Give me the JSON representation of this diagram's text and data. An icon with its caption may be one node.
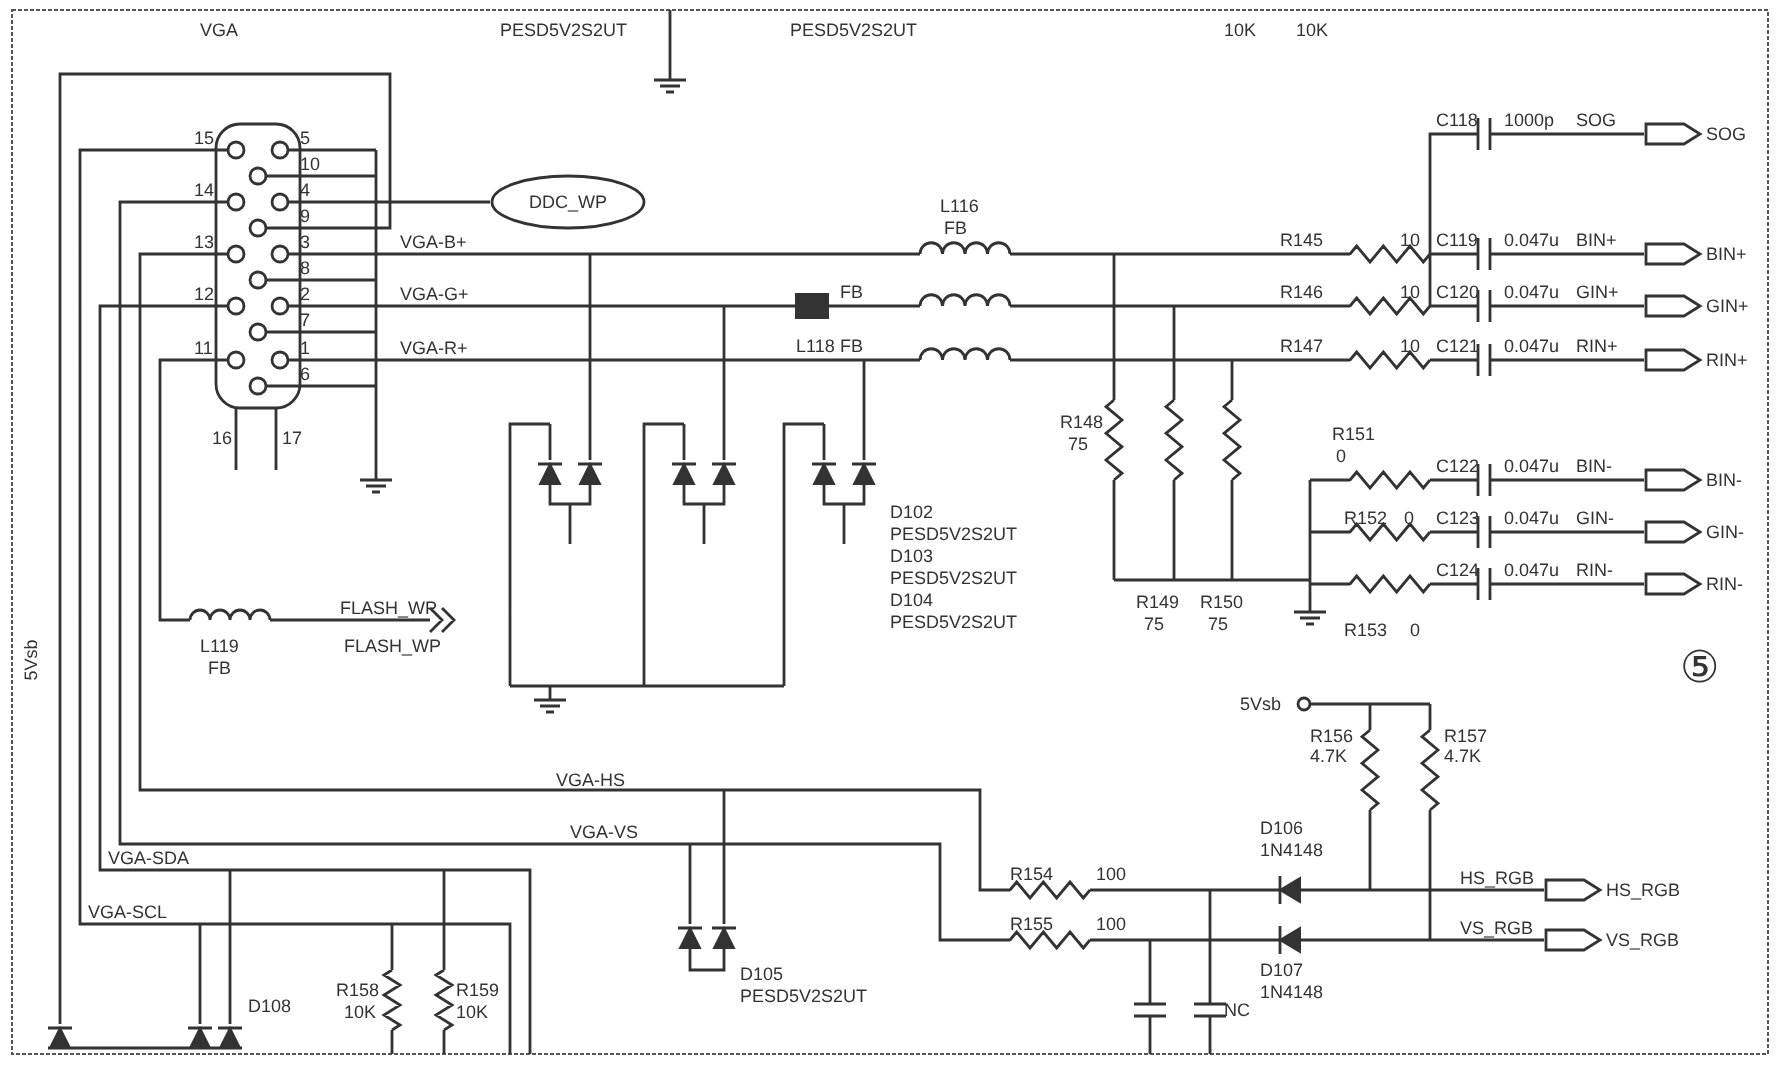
{
  "diagram": {
    "nodes": [
      {
        "text": [
          "DDC_WP"
        ]
      },
      {
        "text": [
          "SOG"
        ]
      },
      {
        "text": [
          "BIN+"
        ]
      },
      {
        "text": [
          "GIN+"
        ]
      },
      {
        "text": [
          "RIN+"
        ]
      },
      {
        "text": [
          "BIN-"
        ]
      },
      {
        "text": [
          "GIN-"
        ]
      },
      {
        "text": [
          "RIN-"
        ]
      },
      {
        "text": [
          "HS_RGB"
        ]
      },
      {
        "text": [
          "VS_RGB"
        ]
      }
    ],
    "labels": [
      "VGA",
      "PESD5V2S2UT",
      "PESD5V2S2UT",
      "10K",
      "10K",
      "15",
      "5",
      "10",
      "14",
      "4",
      "9",
      "13",
      "3",
      "8",
      "12",
      "2",
      "7",
      "11",
      "1",
      "6",
      "16",
      "17",
      "VGA-B+",
      "VGA-G+",
      "VGA-R+",
      "L116",
      "FB",
      "FB",
      "L118",
      "FB",
      "R145",
      "10",
      "R146",
      "10",
      "R147",
      "10",
      "C118",
      "1000p",
      "SOG",
      "C119",
      "0.047u",
      "BIN+",
      "C120",
      "0.047u",
      "GIN+",
      "C121",
      "0.047u",
      "RIN+",
      "R148",
      "75",
      "R151",
      "0",
      "C122",
      "0.047u",
      "BIN-",
      "D102",
      "PESD5V2S2UT",
      "D103",
      "PESD5V2S2UT",
      "D104",
      "PESD5V2S2UT",
      "R149",
      "75",
      "R150",
      "75",
      "R152",
      "0",
      "C123",
      "0.047u",
      "GIN-",
      "C124",
      "0.047u",
      "RIN-",
      "R153",
      "0",
      "FLASH_WP",
      "L119",
      "FLASH_WP",
      "FB",
      "5Vsb",
      "⑤",
      "5Vsb",
      "R156",
      "4.7K",
      "R157",
      "4.7K",
      "VGA-HS",
      "VGA-VS",
      "VGA-SDA",
      "VGA-SCL",
      "D106",
      "1N4148",
      "R154",
      "100",
      "HS_RGB",
      "R155",
      "100",
      "VS_RGB",
      "D107",
      "1N4148",
      "D108",
      "R158",
      "10K",
      "R159",
      "10K",
      "D105",
      "PESD5V2S2UT",
      "NC"
    ]
  }
}
